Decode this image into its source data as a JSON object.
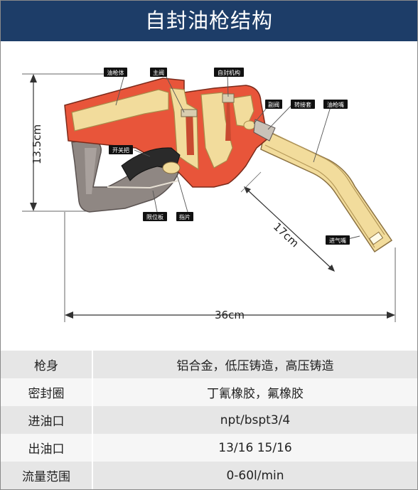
{
  "title": "自封油枪结构",
  "labels": {
    "body": "油枪体",
    "main_valve": "主阀",
    "self_seal": "自封机构",
    "aux_valve": "副阀",
    "swivel": "转接套",
    "spout": "油枪嘴",
    "handle": "开关把",
    "limit_plate": "限位板",
    "finger": "指片",
    "air_inlet": "进气嘴"
  },
  "dimensions": {
    "height": "13.5cm",
    "spout_length": "17cm",
    "total_length": "36cm"
  },
  "specs": [
    {
      "key": "枪身",
      "value": "铝合金，低压铸造，高压铸造"
    },
    {
      "key": "密封圈",
      "value": "丁氰橡胶，氟橡胶"
    },
    {
      "key": "进油口",
      "value": "npt/bspt3/4"
    },
    {
      "key": "出油口",
      "value": "13/16 15/16"
    },
    {
      "key": "流量范围",
      "value": "0-60l/min"
    }
  ],
  "colors": {
    "header_bg": "#1d3d68",
    "body_red": "#e8553a",
    "inner_yellow": "#f2dc9c",
    "handle_gray": "#8f8783",
    "label_box": "#111111"
  }
}
